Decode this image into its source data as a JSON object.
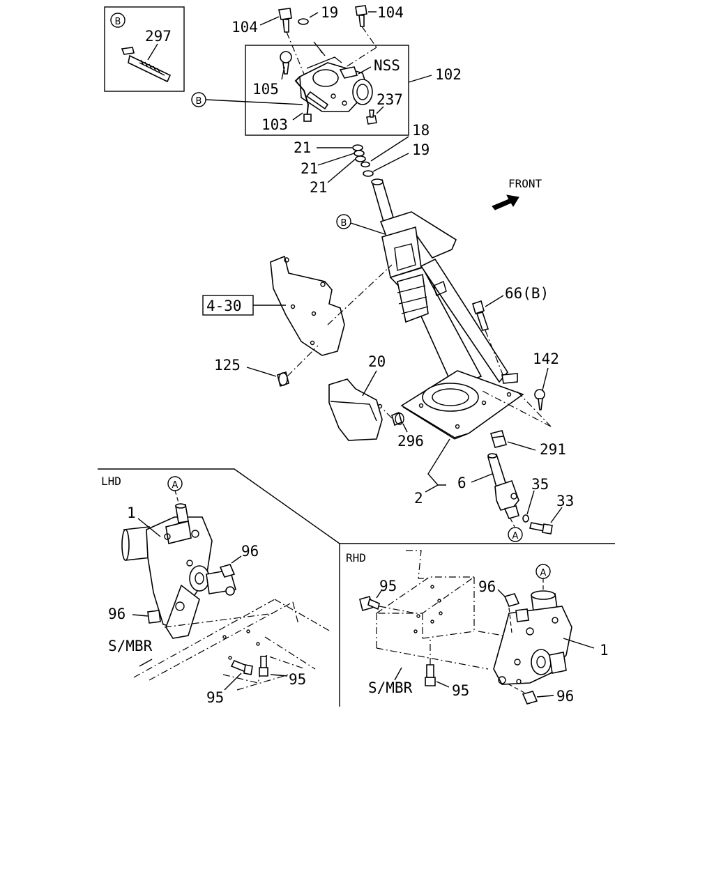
{
  "callouts": {
    "b_inset_circle": "B",
    "p297": "297",
    "p104_left": "104",
    "p19_top": "19",
    "p104_right": "104",
    "nss": "NSS",
    "p102": "102",
    "p105": "105",
    "b_ref_circle": "B",
    "p237": "237",
    "p103": "103",
    "p18": "18",
    "p19_mid": "19",
    "p21_a": "21",
    "p21_b": "21",
    "p21_c": "21",
    "front": "FRONT",
    "b_column_circle": "B",
    "ref_4_30": "4-30",
    "p66b": "66(B)",
    "p125": "125",
    "p142": "142",
    "p20": "20",
    "p296": "296",
    "p291": "291",
    "p35": "35",
    "p33": "33",
    "p6": "6",
    "p2": "2",
    "a_shaft_circle": "A"
  },
  "lhd": {
    "title": "LHD",
    "a_circle": "A",
    "p1": "1",
    "p96_top": "96",
    "p96_left": "96",
    "smbr": "S/MBR",
    "p95_right": "95",
    "p95_bottom": "95"
  },
  "rhd": {
    "title": "RHD",
    "a_circle": "A",
    "p95_top": "95",
    "p96_top": "96",
    "p1": "1",
    "smbr": "S/MBR",
    "p95_bottom": "95",
    "p96_bottom": "96"
  }
}
